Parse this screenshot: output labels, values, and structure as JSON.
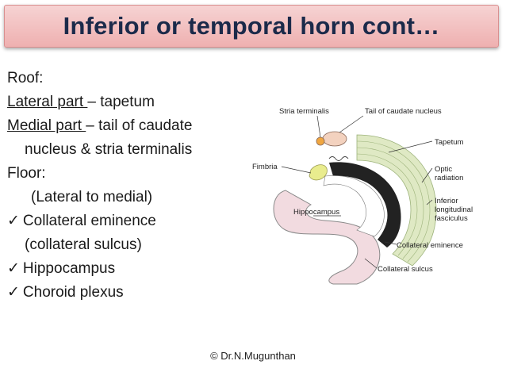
{
  "title": "Inferior or temporal horn cont…",
  "content": {
    "roof_heading": "Roof:",
    "lateral_label": "Lateral part ",
    "lateral_value": "– tapetum",
    "medial_label": "Medial part ",
    "medial_value": "– tail of caudate",
    "medial_cont": "nucleus & stria terminalis",
    "floor_heading": "Floor:",
    "floor_note": "(Lateral to medial)",
    "items": [
      {
        "text": "Collateral eminence",
        "sub": "(collateral sulcus)"
      },
      {
        "text": "Hippocampus"
      },
      {
        "text": "Choroid plexus"
      }
    ]
  },
  "diagram_labels": {
    "stria_terminalis": "Stria terminalis",
    "tail_caudate": "Tail of caudate nucleus",
    "tapetum": "Tapetum",
    "fimbria": "Fimbria",
    "optic_1": "Optic",
    "optic_2": "radiation",
    "ilf_1": "Inferior",
    "ilf_2": "longitudinal",
    "ilf_3": "fasciculus",
    "hippocampus": "Hippocampus",
    "collateral_eminence": "Collateral eminence",
    "collateral_sulcus": "Collateral sulcus"
  },
  "footer": "© Dr.N.Mugunthan",
  "colors": {
    "title_bg": "#f2c2c2",
    "title_text": "#1b2a4a",
    "tapetum": "#222222",
    "caudate": "#f3d2bf",
    "stria": "#f0a640",
    "fimbria": "#e9ec8e",
    "radiation": "#dfe9c4",
    "hippocampus": "#f2dbe0"
  },
  "check_glyph": "✓"
}
